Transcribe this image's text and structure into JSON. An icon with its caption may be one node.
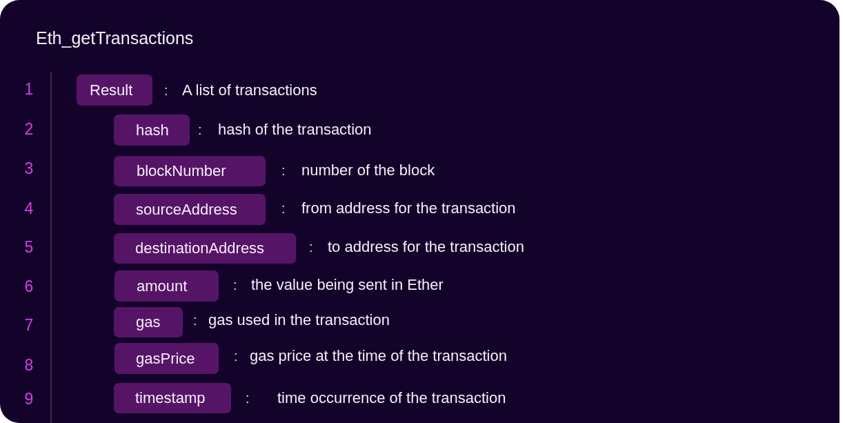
{
  "diagram": {
    "title": "Eth_getTransactions",
    "nodes": [
      {
        "text": [
          "Result"
        ],
        "beside": [
          ":",
          "A list of transactions"
        ]
      },
      {
        "text": [
          "hash"
        ],
        "beside": [
          ":",
          "hash of the transaction"
        ]
      },
      {
        "text": [
          "blockNumber"
        ],
        "beside": [
          ":",
          "number of the block"
        ]
      },
      {
        "text": [
          "sourceAddress"
        ],
        "beside": [
          ":",
          "from address for the transaction"
        ]
      },
      {
        "text": [
          "destinationAddress"
        ],
        "beside": [
          ":",
          "to address for the transaction"
        ]
      },
      {
        "text": [
          "amount"
        ],
        "beside": [
          ":",
          "the value being sent in Ether"
        ]
      },
      {
        "text": [
          "gas"
        ],
        "beside": [
          ":",
          "gas used in the transaction"
        ]
      },
      {
        "text": [
          "gasPrice"
        ],
        "beside": [
          ":",
          "gas price at the time of the transaction"
        ]
      },
      {
        "text": [
          "timestamp"
        ],
        "beside": [
          ":",
          "time occurrence of the transaction"
        ]
      }
    ],
    "labels": [
      "1",
      "2",
      "3",
      "4",
      "5",
      "6",
      "7",
      "8",
      "9"
    ]
  }
}
